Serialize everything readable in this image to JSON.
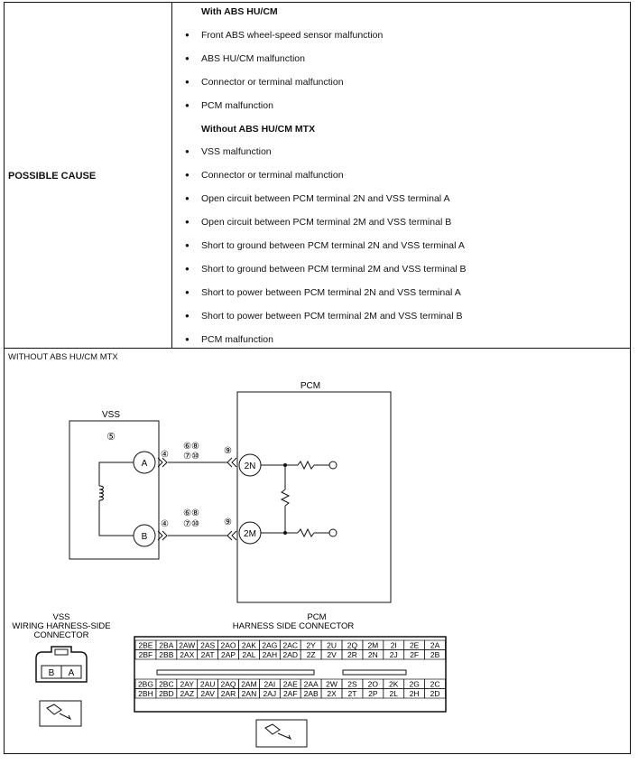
{
  "table": {
    "cause_label": "POSSIBLE CAUSE",
    "entries": [
      {
        "kind": "head",
        "text": "With ABS HU/CM"
      },
      {
        "kind": "bullet",
        "text": "Front ABS wheel-speed sensor malfunction"
      },
      {
        "kind": "bullet",
        "text": "ABS HU/CM malfunction"
      },
      {
        "kind": "bullet",
        "text": "Connector or terminal malfunction"
      },
      {
        "kind": "bullet",
        "text": "PCM malfunction"
      },
      {
        "kind": "head",
        "text": "Without ABS HU/CM MTX"
      },
      {
        "kind": "bullet",
        "text": "VSS malfunction"
      },
      {
        "kind": "bullet",
        "text": "Connector or terminal malfunction"
      },
      {
        "kind": "bullet",
        "text": "Open circuit between PCM terminal 2N and VSS terminal A"
      },
      {
        "kind": "bullet",
        "text": "Open circuit between PCM terminal 2M and VSS terminal B"
      },
      {
        "kind": "bullet",
        "text": "Short to ground between PCM terminal 2N and VSS terminal A"
      },
      {
        "kind": "bullet",
        "text": "Short to ground between PCM terminal 2M and VSS terminal B"
      },
      {
        "kind": "bullet",
        "text": "Short to power between PCM terminal 2N and VSS terminal A"
      },
      {
        "kind": "bullet",
        "text": "Short to power between PCM terminal 2M and VSS terminal B"
      },
      {
        "kind": "bullet",
        "text": "PCM malfunction"
      }
    ]
  },
  "diagram": {
    "section_label": "WITHOUT ABS HU/CM MTX",
    "vss_label": "VSS",
    "pcm_label": "PCM",
    "vss_note": "⑤",
    "terminal_a": "A",
    "terminal_b": "B",
    "terminal_2n": "2N",
    "terminal_2m": "2M",
    "conn_4": "④",
    "wire_notes_top": "⑥⑧",
    "wire_notes_bottom": "⑦⑩",
    "conn_9": "⑨"
  },
  "vss_connector": {
    "title_line1": "VSS",
    "title_line2": "WIRING HARNESS-SIDE",
    "title_line3": "CONNECTOR",
    "pins": [
      "B",
      "A"
    ]
  },
  "pcm_connector": {
    "title_line1": "PCM",
    "title_line2": "HARNESS SIDE CONNECTOR",
    "rows": [
      [
        "2BE",
        "2BA",
        "2AW",
        "2AS",
        "2AO",
        "2AK",
        "2AG",
        "2AC",
        "2Y",
        "2U",
        "2Q",
        "2M",
        "2I",
        "2E",
        "2A"
      ],
      [
        "2BF",
        "2BB",
        "2AX",
        "2AT",
        "2AP",
        "2AL",
        "2AH",
        "2AD",
        "2Z",
        "2V",
        "2R",
        "2N",
        "2J",
        "2F",
        "2B"
      ],
      [
        "2BG",
        "2BC",
        "2AY",
        "2AU",
        "2AQ",
        "2AM",
        "2AI",
        "2AE",
        "2AA",
        "2W",
        "2S",
        "2O",
        "2K",
        "2G",
        "2C"
      ],
      [
        "2BH",
        "2BD",
        "2AZ",
        "2AV",
        "2AR",
        "2AN",
        "2AJ",
        "2AF",
        "2AB",
        "2X",
        "2T",
        "2P",
        "2L",
        "2H",
        "2D"
      ]
    ]
  }
}
